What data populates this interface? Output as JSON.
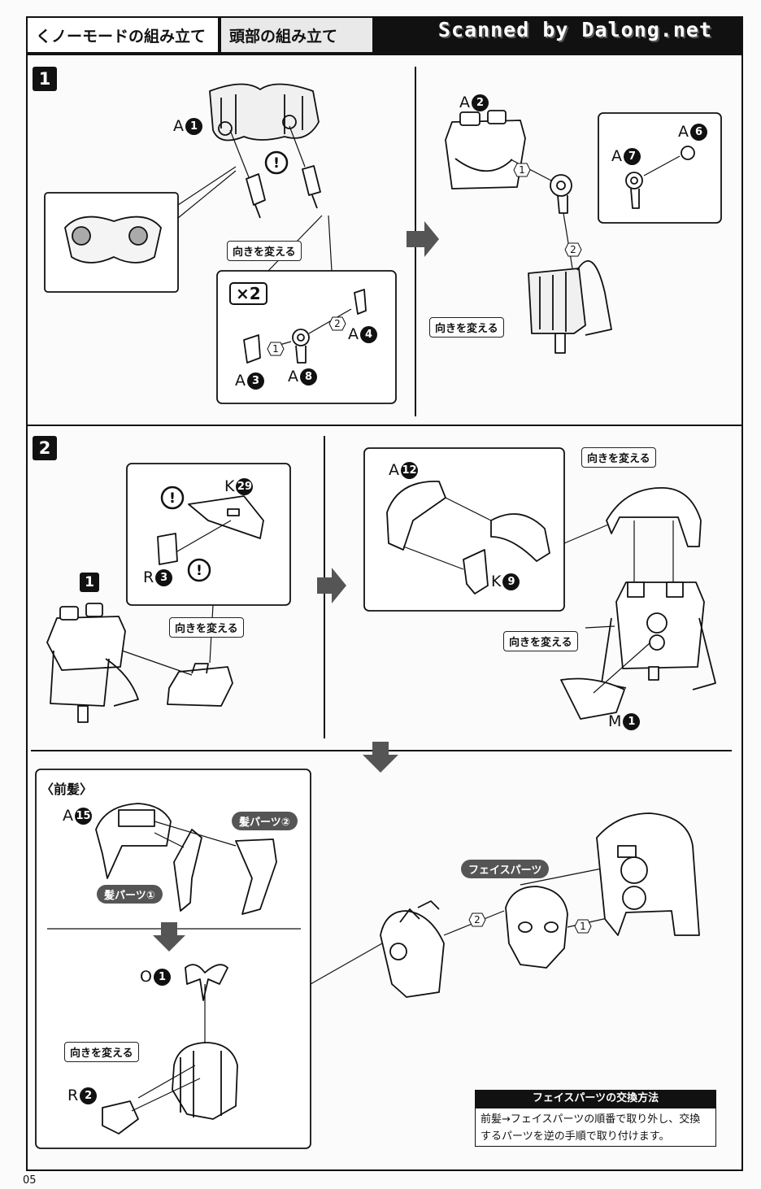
{
  "header": {
    "title_main": "くノーモードの組み立て",
    "title_sub": "頭部の組み立て",
    "scan_credit": "Scanned by Dalong.net"
  },
  "steps": {
    "step1": "1",
    "step2": "2",
    "ref_step": "1"
  },
  "labels": {
    "turn": "向きを変える",
    "times_two": "×2",
    "face_parts": "フェイスパーツ",
    "hair_parts_1": "髪パーツ①",
    "hair_parts_2": "髪パーツ②",
    "bangs": "〈前髪〉"
  },
  "parts": {
    "a1": {
      "letter": "A",
      "num": "1"
    },
    "a2": {
      "letter": "A",
      "num": "2"
    },
    "a3": {
      "letter": "A",
      "num": "3"
    },
    "a4": {
      "letter": "A",
      "num": "4"
    },
    "a6": {
      "letter": "A",
      "num": "6"
    },
    "a7": {
      "letter": "A",
      "num": "7"
    },
    "a8": {
      "letter": "A",
      "num": "8"
    },
    "a12": {
      "letter": "A",
      "num": "12"
    },
    "a15": {
      "letter": "A",
      "num": "15"
    },
    "k29": {
      "letter": "K",
      "num": "29"
    },
    "k9": {
      "letter": "K",
      "num": "9"
    },
    "r3": {
      "letter": "R",
      "num": "3"
    },
    "r2": {
      "letter": "R",
      "num": "2"
    },
    "m1": {
      "letter": "M",
      "num": "1"
    },
    "o1": {
      "letter": "O",
      "num": "1"
    }
  },
  "order": {
    "one": "1",
    "two": "2"
  },
  "note": {
    "title": "フェイスパーツの交換方法",
    "body": "前髪→フェイスパーツの順番で取り外し、交換するパーツを逆の手順で取り付けます。"
  },
  "page_number": "05"
}
